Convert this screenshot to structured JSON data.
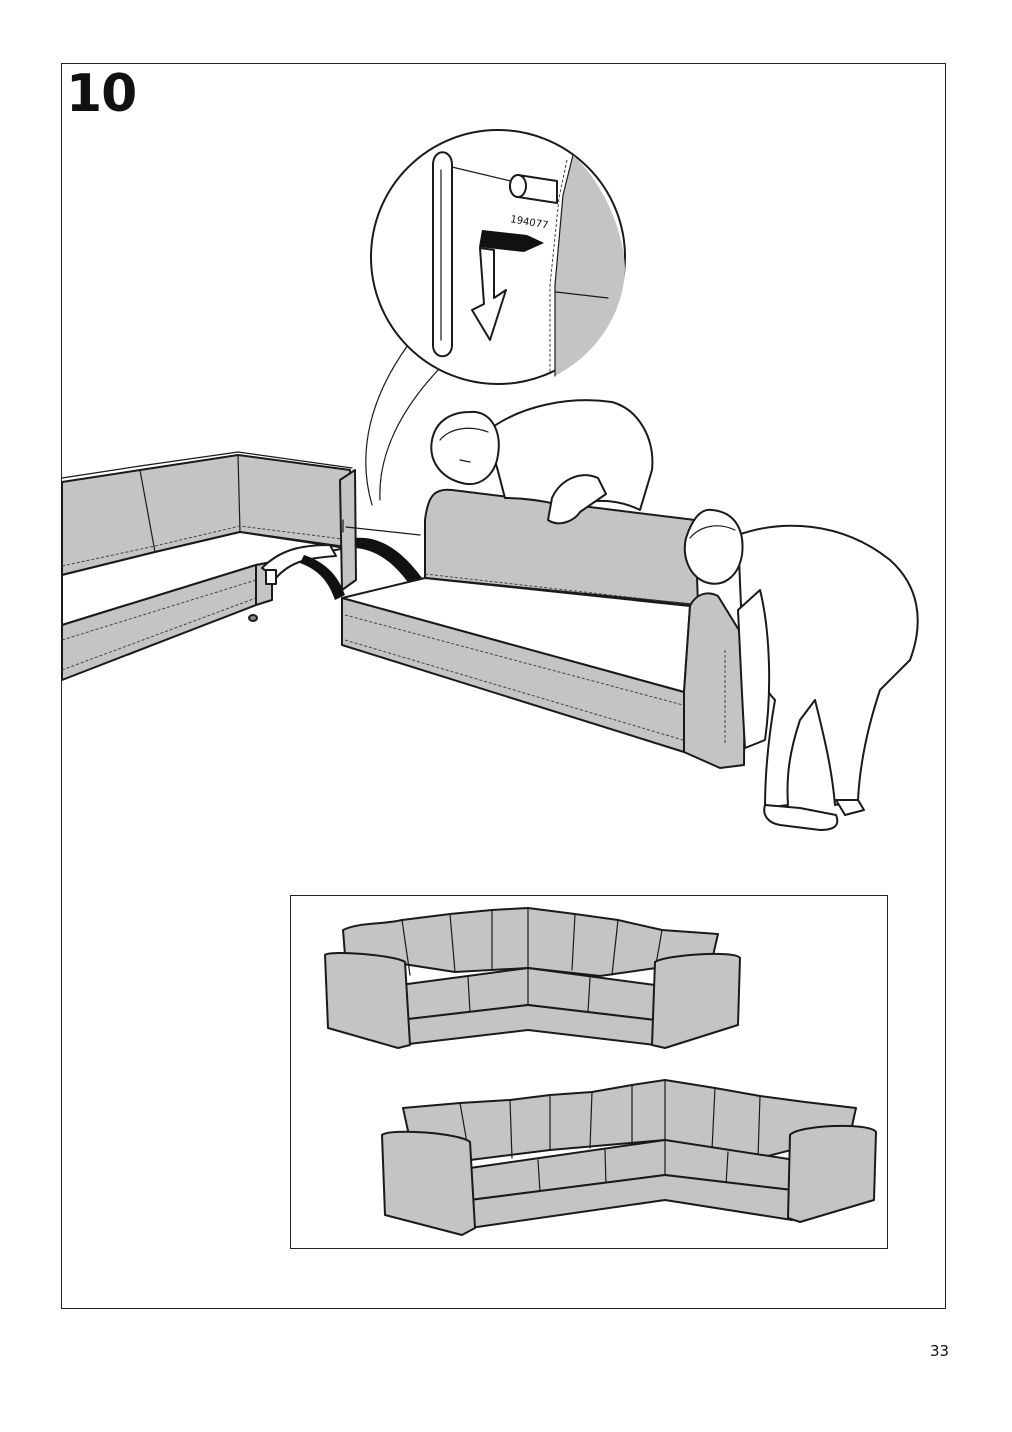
{
  "step": {
    "number": "10",
    "part_number": "194077"
  },
  "page": {
    "number": "33"
  }
}
